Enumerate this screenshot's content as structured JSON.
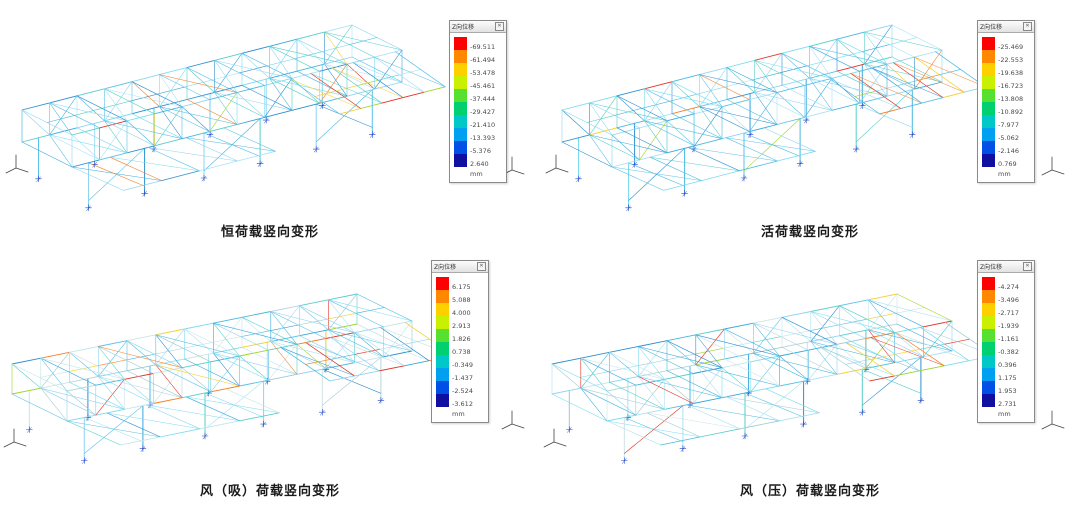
{
  "icons": {
    "legend_close": "✕"
  },
  "legend_colors": [
    "#ff0000",
    "#ff8800",
    "#ffd000",
    "#c8f000",
    "#58e030",
    "#00d070",
    "#00c8c8",
    "#00a0f0",
    "#0050e8",
    "#1010a0"
  ],
  "panels": [
    {
      "id": "dead-load",
      "caption": "恒荷载竖向变形",
      "legend": {
        "title": "Z向位移",
        "unit": "mm",
        "values": [
          "-69.511",
          "-61.494",
          "-53.478",
          "-45.461",
          "-37.444",
          "-29.427",
          "-21.410",
          "-13.393",
          "-5.376",
          "2.640"
        ]
      }
    },
    {
      "id": "live-load",
      "caption": "活荷载竖向变形",
      "legend": {
        "title": "Z向位移",
        "unit": "mm",
        "values": [
          "-25.469",
          "-22.553",
          "-19.638",
          "-16.723",
          "-13.808",
          "-10.892",
          "-7.977",
          "-5.062",
          "-2.146",
          "0.769"
        ]
      }
    },
    {
      "id": "wind-suction-load",
      "caption": "风（吸）荷载竖向变形",
      "legend": {
        "title": "Z向位移",
        "unit": "mm",
        "values": [
          "6.175",
          "5.088",
          "4.000",
          "2.913",
          "1.826",
          "0.738",
          "-0.349",
          "-1.437",
          "-2.524",
          "-3.612"
        ]
      }
    },
    {
      "id": "wind-pressure-load",
      "caption": "风（压）荷载竖向变形",
      "legend": {
        "title": "Z向位移",
        "unit": "mm",
        "values": [
          "-4.274",
          "-3.496",
          "-2.717",
          "-1.939",
          "-1.161",
          "-0.382",
          "0.396",
          "1.175",
          "1.953",
          "2.731"
        ]
      }
    }
  ]
}
